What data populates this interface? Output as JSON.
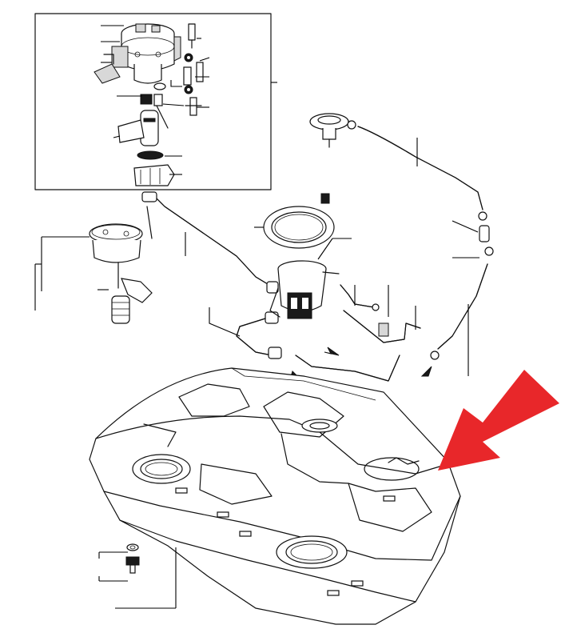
{
  "diagram": {
    "callout_arrow_color": "#e8272a",
    "line_color": "#111111",
    "background": "#ffffff",
    "components": [
      "fuel-pump-module-exploded-view",
      "fuel-level-sender",
      "fuel-filler-check-valve",
      "fuel-tank",
      "fuel-feed-hose",
      "vent-hose",
      "drain-plug"
    ]
  }
}
